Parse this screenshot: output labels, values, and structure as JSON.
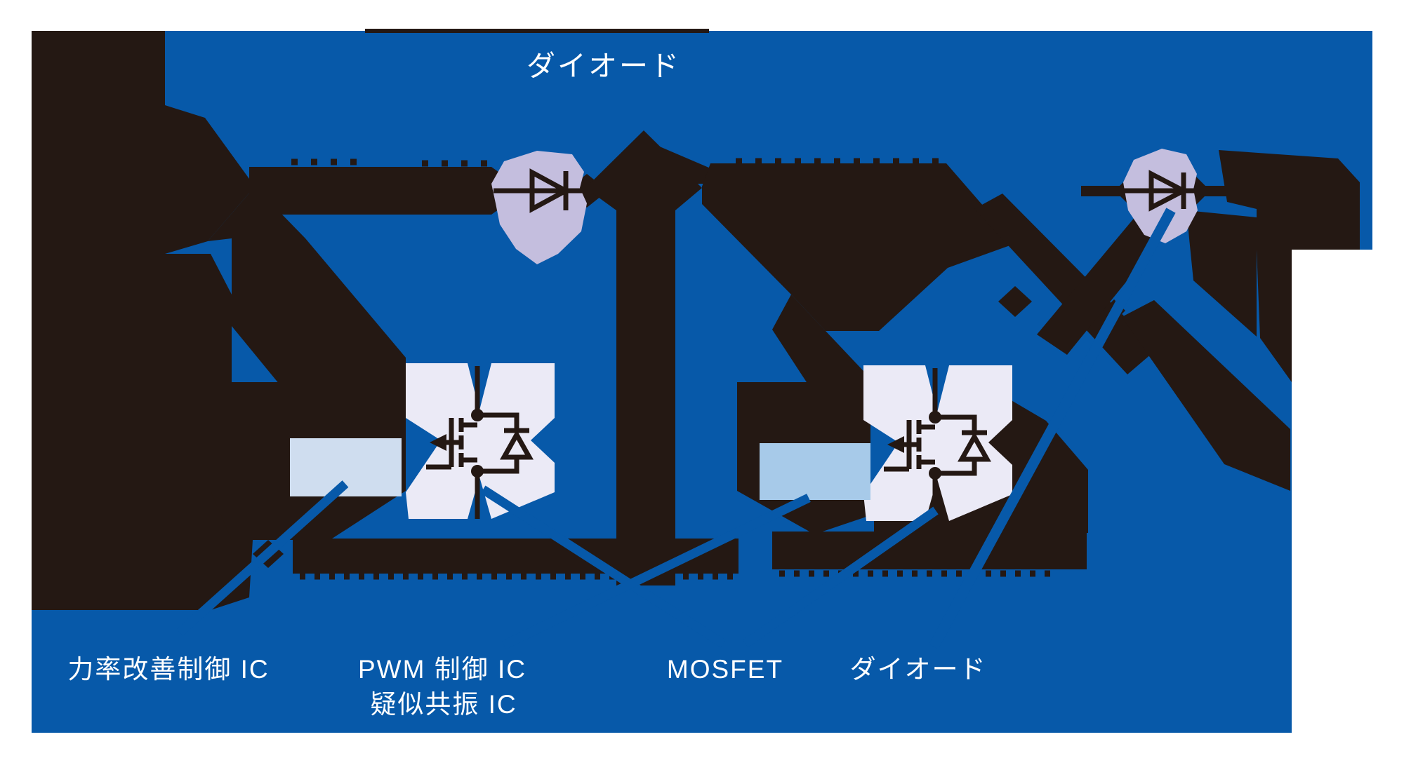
{
  "diagram": {
    "description": "AC-DC switching power supply circuit silhouette with highlighted components",
    "title_top": "ダイオード",
    "labels": {
      "pfc": "力率改善制御 IC",
      "pwm": "PWM 制御 IC",
      "qr": "疑似共振 IC",
      "mosfet": "MOSFET",
      "diode": "ダイオード"
    },
    "components": [
      {
        "name": "diode-symbol-left",
        "highlight": "#c4bede"
      },
      {
        "name": "diode-symbol-right",
        "highlight": "#c4bede"
      },
      {
        "name": "mosfet-symbol-left",
        "highlight": "#ebeaf6"
      },
      {
        "name": "mosfet-symbol-right",
        "highlight": "#ebeaf6"
      },
      {
        "name": "ic-block-left",
        "highlight": "#cfddef"
      },
      {
        "name": "ic-block-right",
        "highlight": "#a7cae9"
      }
    ],
    "colors": {
      "background": "#ffffff",
      "panel_blue": "#0759a9",
      "circuit_black": "#241813",
      "diode_highlight": "#c4bede",
      "mosfet_highlight": "#ebeaf6",
      "ic_block_left": "#cfddef",
      "ic_block_right": "#a7cae9",
      "label_text": "#ffffff"
    }
  }
}
